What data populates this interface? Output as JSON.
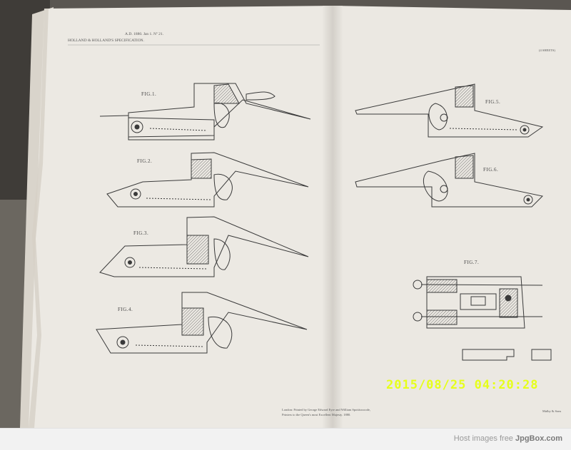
{
  "timestamp": "2015/08/25  04:20:28",
  "footer": {
    "prefix": "Host images free ",
    "brand": "JpgBox.com"
  },
  "header": {
    "line1": "A.D. 1880. Jan 1. Nº 21.",
    "line2": "HOLLAND & HOLLAND'S SPECIFICATION.",
    "corner": "(4 SHEETS)"
  },
  "imprint": {
    "line1": "London: Printed by George Edward Eyre and William Spottiswoode,",
    "line2": "Printers to the Queen's most Excellent Majesty. 1880.",
    "corner": "Malby & Sons"
  },
  "figures": [
    "FIG.1.",
    "FIG.2.",
    "FIG.3.",
    "FIG.4.",
    "FIG.5.",
    "FIG.6.",
    "FIG.7."
  ],
  "colors": {
    "paper": "#ece9e3",
    "ink": "#3a3a3a",
    "stamp": "#e6ff1a",
    "background": "#5a5651"
  }
}
